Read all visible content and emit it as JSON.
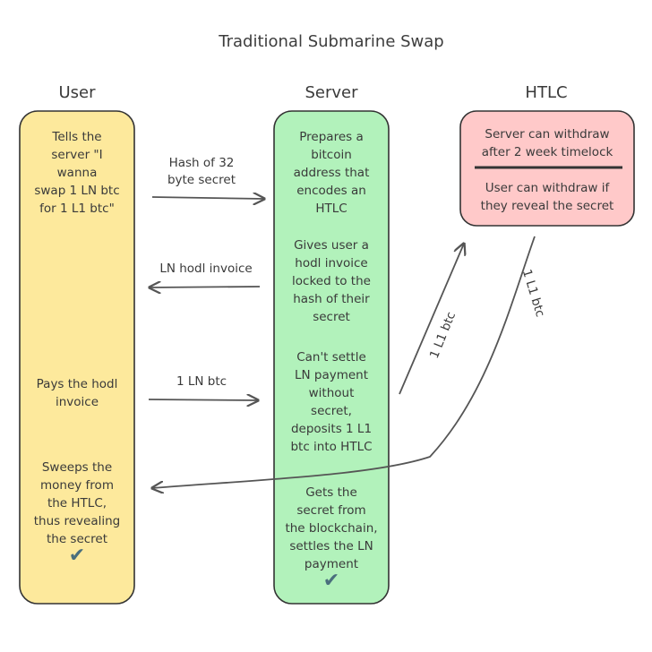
{
  "title": "Traditional Submarine Swap",
  "columns": {
    "user": {
      "header": "User",
      "notes": [
        "Tells the\nserver \"I\nwanna\nswap 1 LN btc\nfor 1 L1 btc\"",
        "Pays the hodl\ninvoice",
        "Sweeps the\nmoney from\nthe HTLC,\nthus revealing\nthe secret"
      ],
      "check": "✔",
      "color": "#fde99c"
    },
    "server": {
      "header": "Server",
      "notes": [
        "Prepares a\nbitcoin\naddress that\nencodes an\nHTLC",
        "Gives user a\nhodl invoice\nlocked to the\nhash of their\nsecret",
        "Can't settle\nLN payment\nwithout\nsecret,\ndeposits 1 L1\nbtc into HTLC",
        "Gets the\nsecret from\nthe blockchain,\nsettles the LN\npayment"
      ],
      "check": "✔",
      "color": "#b2f2bb"
    },
    "htlc": {
      "header": "HTLC",
      "top_note": "Server can withdraw\nafter 2 week timelock",
      "bottom_note": "User can withdraw if\nthey reveal the secret",
      "color": "#ffc9c9"
    }
  },
  "edges": [
    {
      "from": "user",
      "to": "server",
      "label": "Hash of 32\nbyte secret"
    },
    {
      "from": "server",
      "to": "user",
      "label": "LN hodl invoice"
    },
    {
      "from": "user",
      "to": "server",
      "label": "1 LN btc"
    },
    {
      "from": "server",
      "to": "htlc",
      "label": "1 L1 btc"
    },
    {
      "from": "htlc",
      "to": "user",
      "label": "1 L1 btc"
    }
  ]
}
